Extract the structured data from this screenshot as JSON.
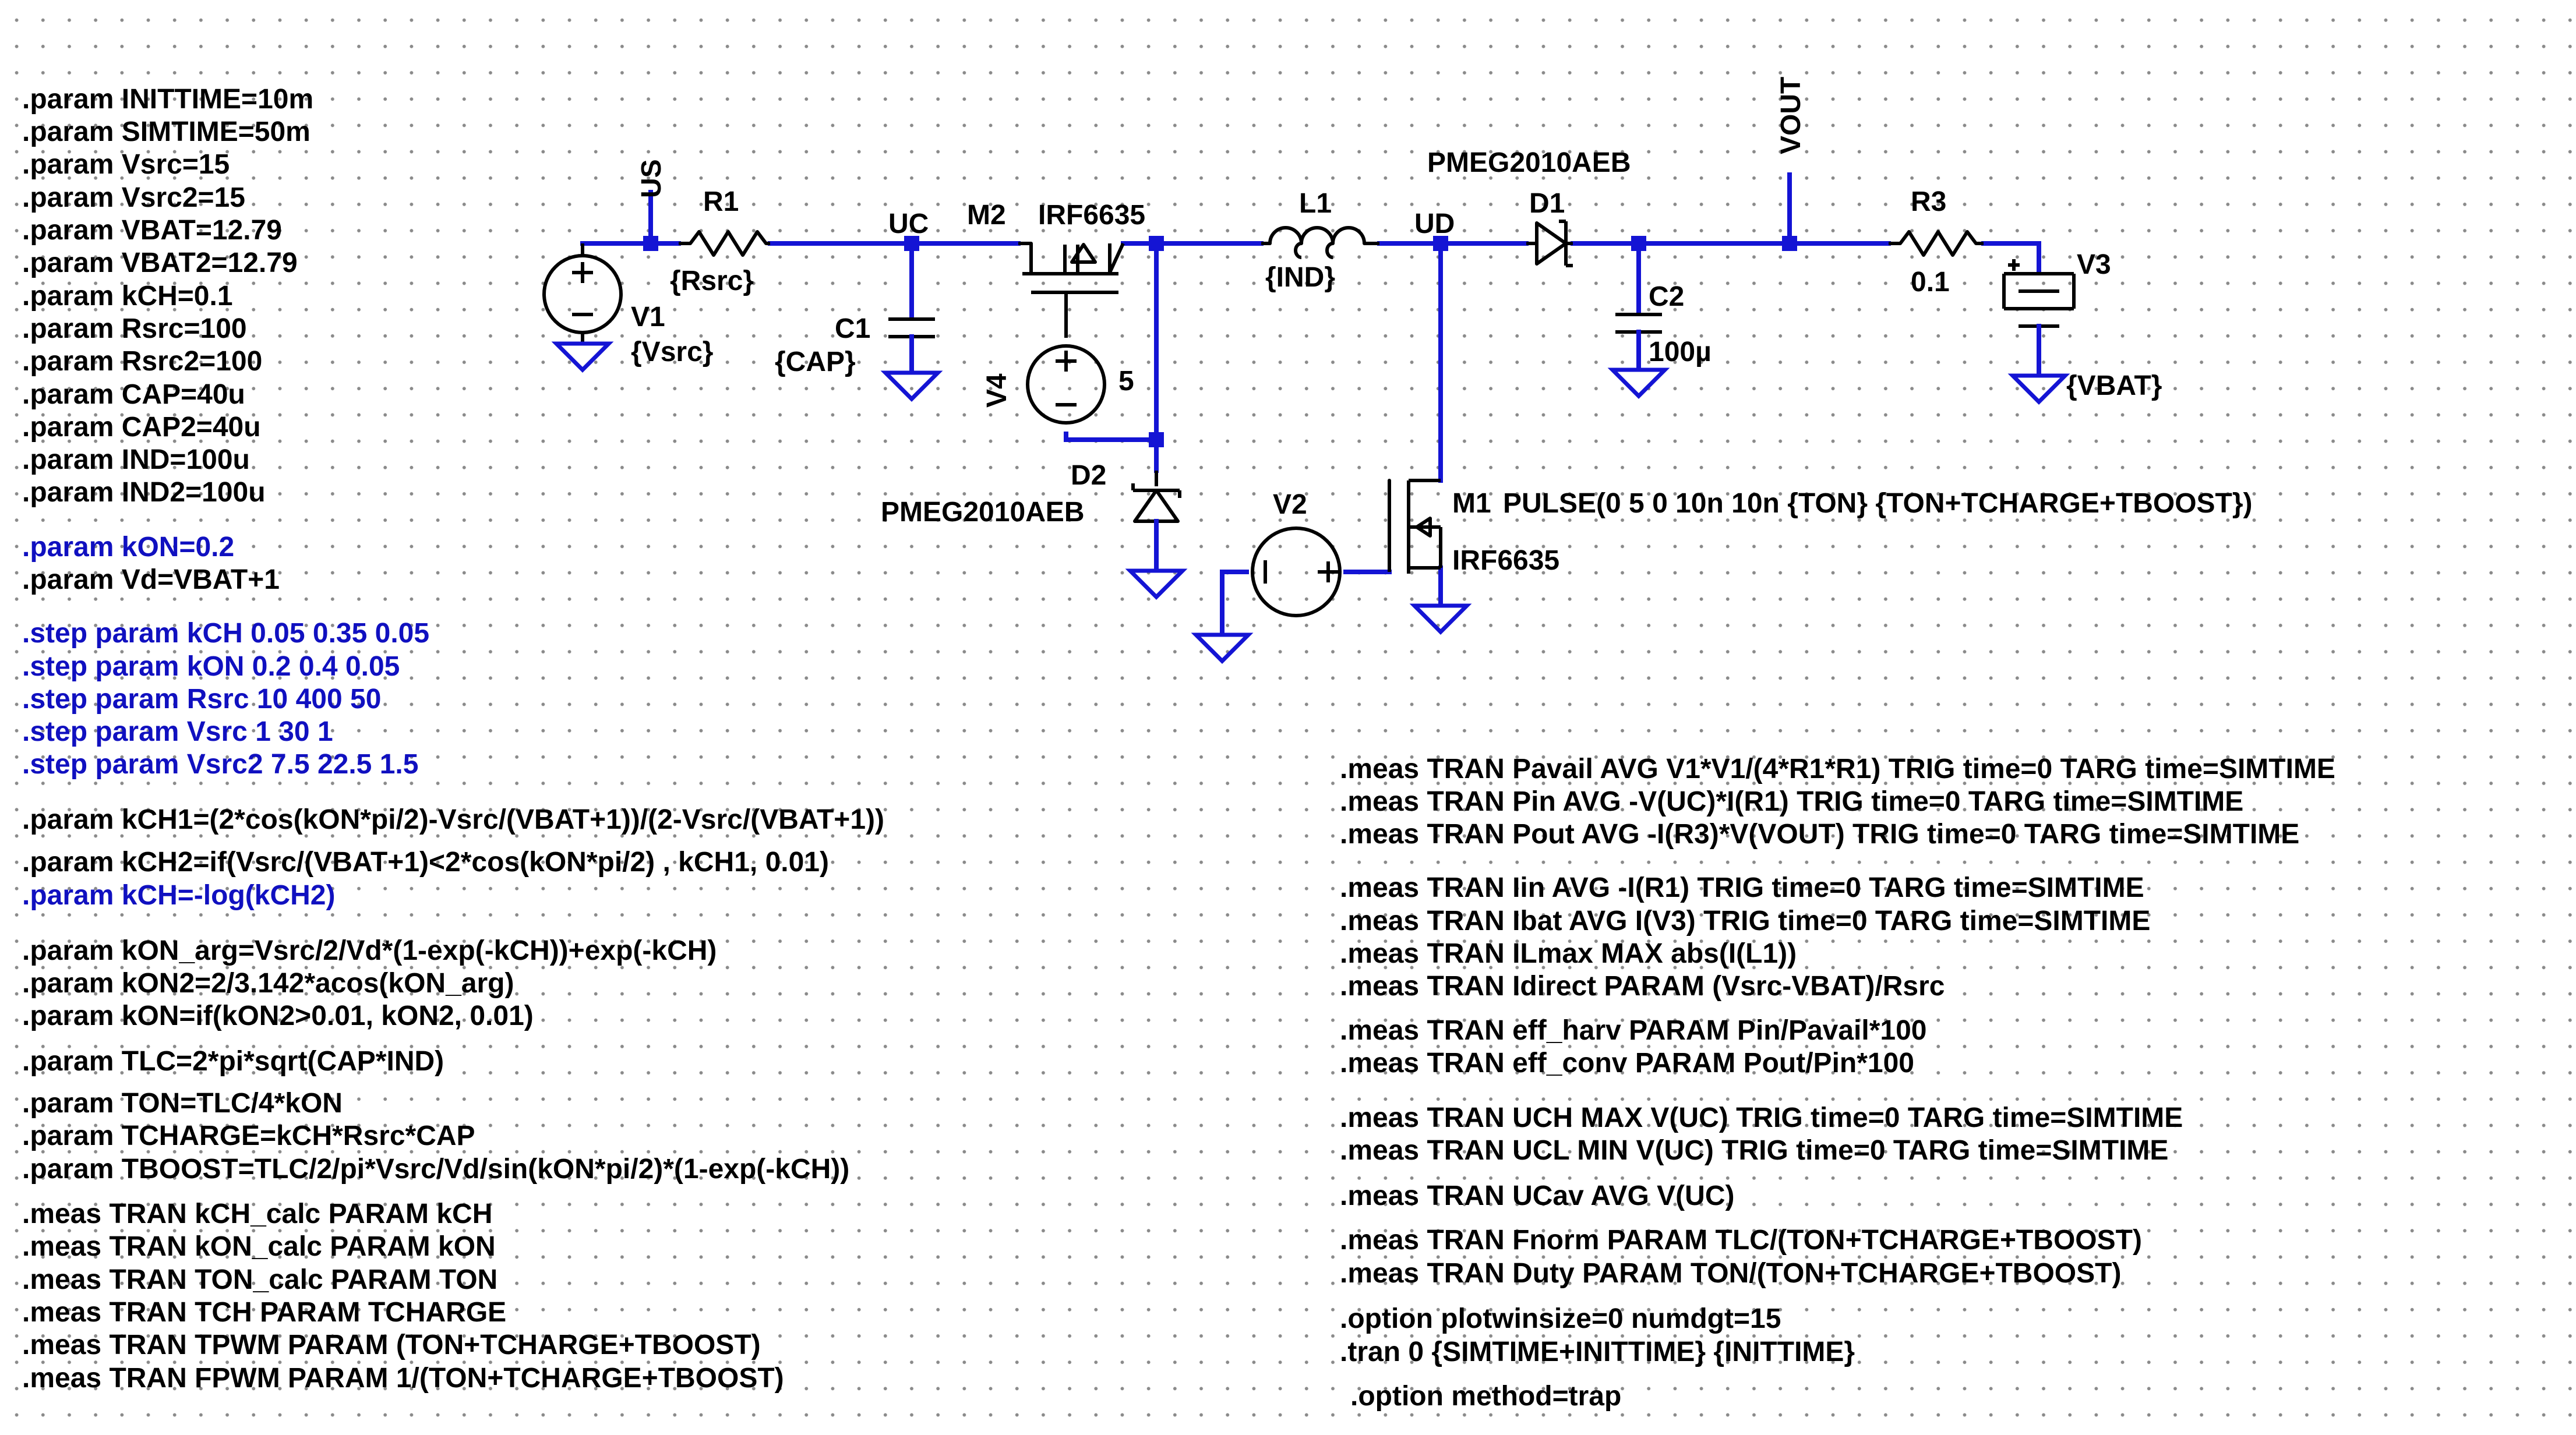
{
  "directives_left": [
    {
      "text": ".param INITTIME=10m",
      "blue": false
    },
    {
      "text": ".param SIMTIME=50m",
      "blue": false
    },
    {
      "text": ".param Vsrc=15",
      "blue": false
    },
    {
      "text": ".param Vsrc2=15",
      "blue": false
    },
    {
      "text": ".param VBAT=12.79",
      "blue": false
    },
    {
      "text": ".param VBAT2=12.79",
      "blue": false
    },
    {
      "text": ".param kCH=0.1",
      "blue": false
    },
    {
      "text": ".param Rsrc=100",
      "blue": false
    },
    {
      "text": ".param Rsrc2=100",
      "blue": false
    },
    {
      "text": ".param CAP=40u",
      "blue": false
    },
    {
      "text": ".param CAP2=40u",
      "blue": false
    },
    {
      "text": ".param IND=100u",
      "blue": false
    },
    {
      "text": ".param IND2=100u",
      "blue": false
    },
    {
      "text": ".param kON=0.2",
      "blue": true
    },
    {
      "text": ".param Vd=VBAT+1",
      "blue": false
    },
    {
      "text": ".step param kCH 0.05 0.35 0.05",
      "blue": true
    },
    {
      "text": ".step param kON 0.2 0.4 0.05",
      "blue": true
    },
    {
      "text": ".step param Rsrc 10 400 50",
      "blue": true
    },
    {
      "text": ".step param Vsrc 1 30  1",
      "blue": true
    },
    {
      "text": ".step param Vsrc2 7.5 22.5  1.5",
      "blue": true
    },
    {
      "text": ".param kCH1=(2*cos(kON*pi/2)-Vsrc/(VBAT+1))/(2-Vsrc/(VBAT+1))",
      "blue": false
    },
    {
      "text": ".param kCH2=if(Vsrc/(VBAT+1)<2*cos(kON*pi/2)  , kCH1, 0.01)",
      "blue": false
    },
    {
      "text": ".param kCH=-log(kCH2)",
      "blue": true
    },
    {
      "text": ".param kON_arg=Vsrc/2/Vd*(1-exp(-kCH))+exp(-kCH)",
      "blue": false
    },
    {
      "text": ".param kON2=2/3.142*acos(kON_arg)",
      "blue": false
    },
    {
      "text": ".param kON=if(kON2>0.01, kON2, 0.01)",
      "blue": false
    },
    {
      "text": ".param TLC=2*pi*sqrt(CAP*IND)",
      "blue": false
    },
    {
      "text": ".param TON=TLC/4*kON",
      "blue": false
    },
    {
      "text": ".param TCHARGE=kCH*Rsrc*CAP",
      "blue": false
    },
    {
      "text": ".param TBOOST=TLC/2/pi*Vsrc/Vd/sin(kON*pi/2)*(1-exp(-kCH))",
      "blue": false
    },
    {
      "text": ".meas TRAN kCH_calc PARAM kCH",
      "blue": false
    },
    {
      "text": ".meas TRAN kON_calc PARAM kON",
      "blue": false
    },
    {
      "text": ".meas TRAN TON_calc PARAM TON",
      "blue": false
    },
    {
      "text": ".meas TRAN TCH PARAM TCHARGE",
      "blue": false
    },
    {
      "text": ".meas TRAN TPWM PARAM (TON+TCHARGE+TBOOST)",
      "blue": false
    },
    {
      "text": ".meas TRAN FPWM PARAM 1/(TON+TCHARGE+TBOOST)",
      "blue": false
    }
  ],
  "directives_right": [
    {
      "text": ".meas TRAN Pavail AVG V1*V1/(4*R1*R1) TRIG time=0 TARG time=SIMTIME"
    },
    {
      "text": ".meas TRAN Pin AVG -V(UC)*I(R1) TRIG time=0 TARG time=SIMTIME"
    },
    {
      "text": ".meas TRAN Pout AVG -I(R3)*V(VOUT) TRIG time=0 TARG time=SIMTIME"
    },
    {
      "text": ".meas TRAN Iin AVG -I(R1) TRIG time=0 TARG time=SIMTIME"
    },
    {
      "text": ".meas TRAN Ibat AVG I(V3) TRIG time=0 TARG time=SIMTIME"
    },
    {
      "text": ".meas TRAN ILmax MAX abs(I(L1))"
    },
    {
      "text": ".meas TRAN Idirect PARAM (Vsrc-VBAT)/Rsrc"
    },
    {
      "text": ".meas TRAN eff_harv PARAM Pin/Pavail*100"
    },
    {
      "text": ".meas TRAN eff_conv PARAM Pout/Pin*100"
    },
    {
      "text": ".meas TRAN UCH MAX V(UC) TRIG time=0 TARG time=SIMTIME"
    },
    {
      "text": ".meas TRAN UCL MIN V(UC) TRIG time=0 TARG time=SIMTIME"
    },
    {
      "text": ".meas TRAN UCav AVG V(UC)"
    },
    {
      "text": ".meas TRAN Fnorm PARAM TLC/(TON+TCHARGE+TBOOST)"
    },
    {
      "text": ".meas TRAN Duty PARAM TON/(TON+TCHARGE+TBOOST)"
    },
    {
      "text": ".option plotwinsize=0 numdgt=15"
    },
    {
      "text": ".tran 0 {SIMTIME+INITTIME} {INITTIME}"
    },
    {
      "text": ".option method=trap"
    }
  ],
  "labels": {
    "net_us": "US",
    "net_uc": "UC",
    "net_ud": "UD",
    "net_vout": "VOUT",
    "r1_name": "R1",
    "r1_value": "{Rsrc}",
    "v1_name": "V1",
    "v1_value": "{Vsrc}",
    "c1_name": "C1",
    "c1_value": "{CAP}",
    "m2_name": "M2",
    "m2_model": "IRF6635",
    "v4_name": "V4",
    "v4_value": "5",
    "d2_name": "D2",
    "d2_model": "PMEG2010AEB",
    "l1_name": "L1",
    "l1_value": "{IND}",
    "d1_model": "PMEG2010AEB",
    "d1_name": "D1",
    "c2_name": "C2",
    "c2_value": "100µ",
    "r3_name": "R3",
    "r3_value": "0.1",
    "v3_name": "V3",
    "v3_value": "{VBAT}",
    "v2_name": "V2",
    "m1_name": "M1",
    "m1_pulse": "PULSE(0 5 0 10n 10n {TON} {TON+TCHARGE+TBOOST})",
    "m1_model": "IRF6635"
  }
}
